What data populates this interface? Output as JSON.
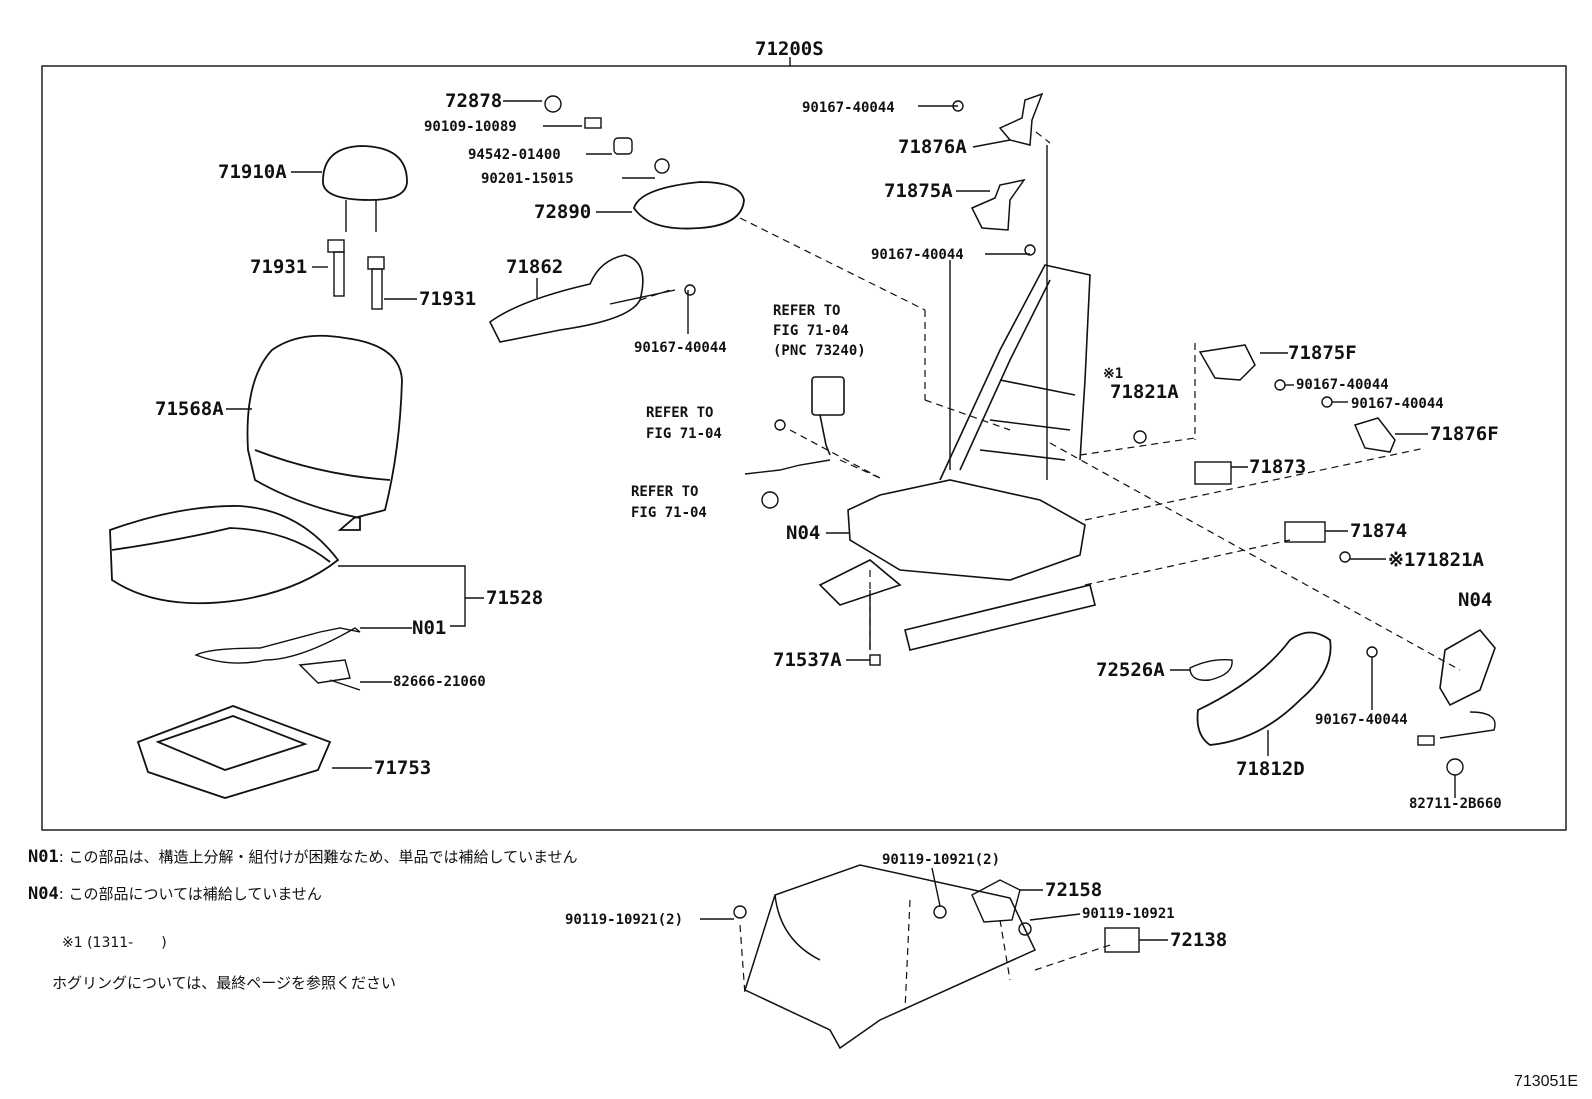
{
  "assembly_label": "71200S",
  "labels": {
    "p72878": "72878",
    "p90109": "90109-10089",
    "p94542": "94542-01400",
    "p90201": "90201-15015",
    "p72890": "72890",
    "p71910A": "71910A",
    "p71931a": "71931",
    "p71931b": "71931",
    "p71862": "71862",
    "p90167a": "90167-40044",
    "p90167b": "90167-40044",
    "p90167c": "90167-40044",
    "p90167d": "90167-40044",
    "p90167e": "90167-40044",
    "p90167f": "90167-40044",
    "p71876A": "71876A",
    "p71875A": "71875A",
    "p71875F": "71875F",
    "p71876F": "71876F",
    "p71821A": "71821A",
    "p71821A2": "※171821A",
    "p71873": "71873",
    "p71874": "71874",
    "p71568A": "71568A",
    "p71528": "71528",
    "pN01": "N01",
    "pN04a": "N04",
    "pN04b": "N04",
    "p82666": "82666-21060",
    "p71753": "71753",
    "p71537A": "71537A",
    "p72526A": "72526A",
    "p71812D": "71812D",
    "p82711": "82711-2B660",
    "mark1": "※1",
    "p90119a": "90119-10921(2)",
    "p90119b": "90119-10921(2)",
    "p90119c": "90119-10921",
    "p72158": "72158",
    "p72138": "72138"
  },
  "refer": {
    "r1a": "REFER TO",
    "r1b": "FIG 71-04",
    "r1c": "(PNC 73240)",
    "r2a": "REFER TO",
    "r2b": "FIG 71-04",
    "r3a": "REFER TO",
    "r3b": "FIG 71-04"
  },
  "notes": {
    "n01_code": "N01",
    "n01_text": ": この部品は、構造上分解・組付けが困難なため、単品では補給していません",
    "n04_code": "N04",
    "n04_text": ": この部品については補給していません",
    "mark_text": "※1 (1311-　　)",
    "hog_text": "ホグリングについては、最終ページを参照ください"
  },
  "figure_id": "713051E"
}
